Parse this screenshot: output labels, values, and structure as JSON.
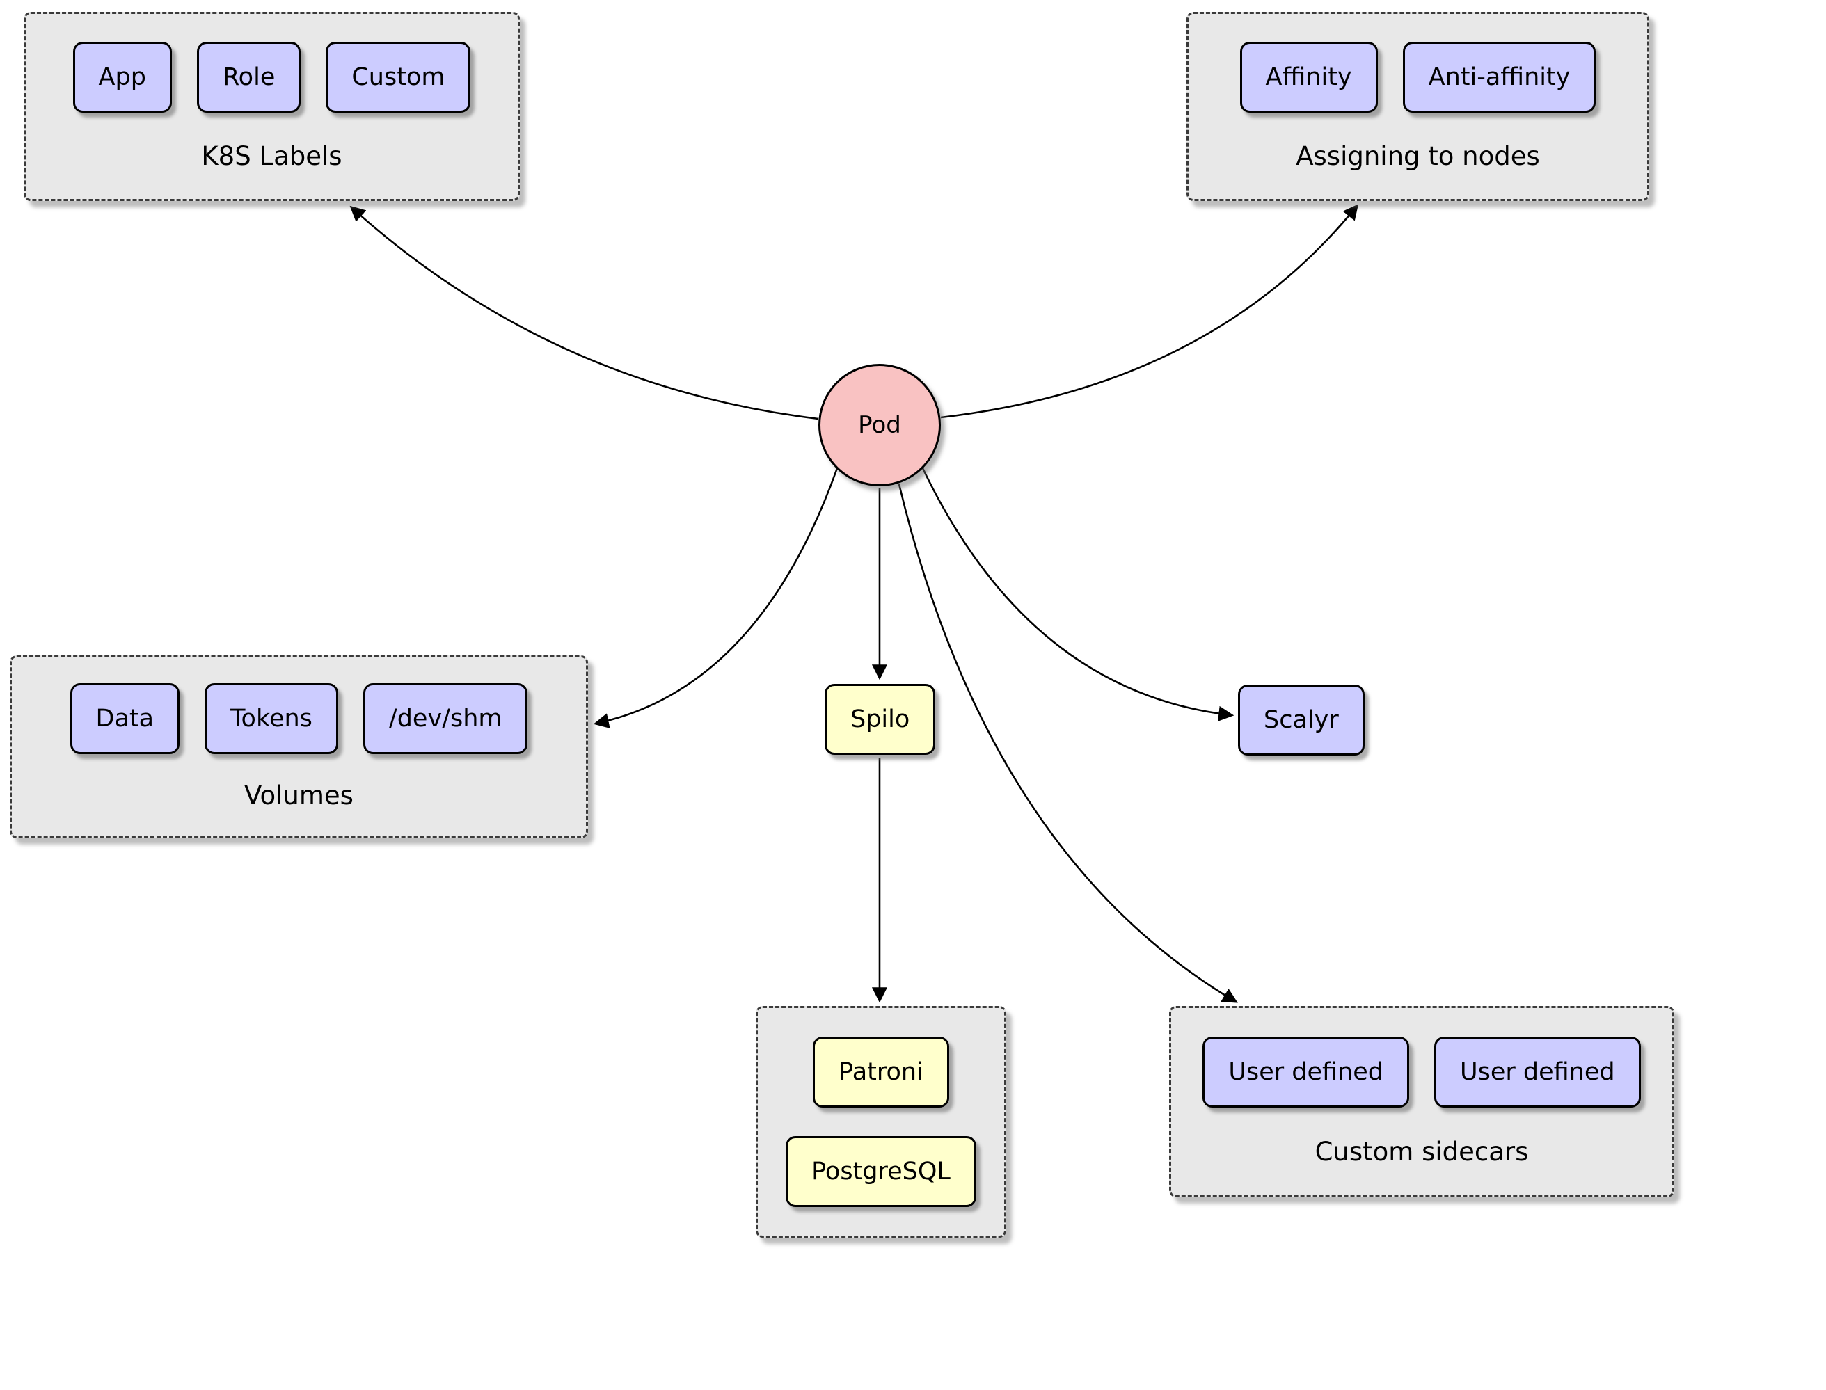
{
  "colors": {
    "node_purple": "#ccccff",
    "node_yellow": "#ffffcc",
    "pod_pink": "#f9c2c2",
    "group_gray": "#e8e8e8",
    "edge_black": "#000000"
  },
  "nodes": {
    "pod": "Pod",
    "spilo": "Spilo",
    "scalyr": "Scalyr"
  },
  "groups": {
    "k8s_labels": {
      "title": "K8S Labels",
      "items": [
        "App",
        "Role",
        "Custom"
      ]
    },
    "assigning_to_nodes": {
      "title": "Assigning to nodes",
      "items": [
        "Affinity",
        "Anti-affinity"
      ]
    },
    "volumes": {
      "title": "Volumes",
      "items": [
        "Data",
        "Tokens",
        "/dev/shm"
      ]
    },
    "spilo_children": {
      "items": [
        "Patroni",
        "PostgreSQL"
      ]
    },
    "custom_sidecars": {
      "title": "Custom sidecars",
      "items": [
        "User defined",
        "User defined"
      ]
    }
  }
}
